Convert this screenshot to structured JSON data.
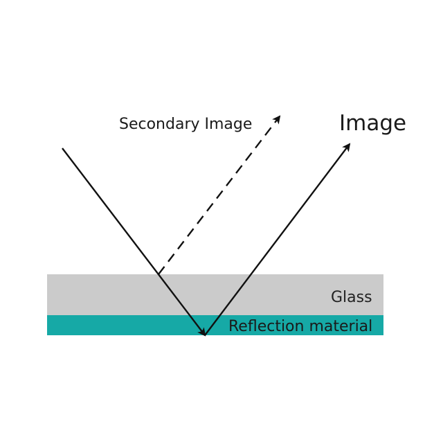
{
  "labels": {
    "secondary_image": "Secondary Image",
    "image": "Image",
    "glass": "Glass",
    "reflection_material": "Reflection material"
  },
  "colors": {
    "glass": "#cbcbcb",
    "reflection_material": "#16a9a6",
    "ray": "#111111",
    "background": "#ffffff"
  }
}
